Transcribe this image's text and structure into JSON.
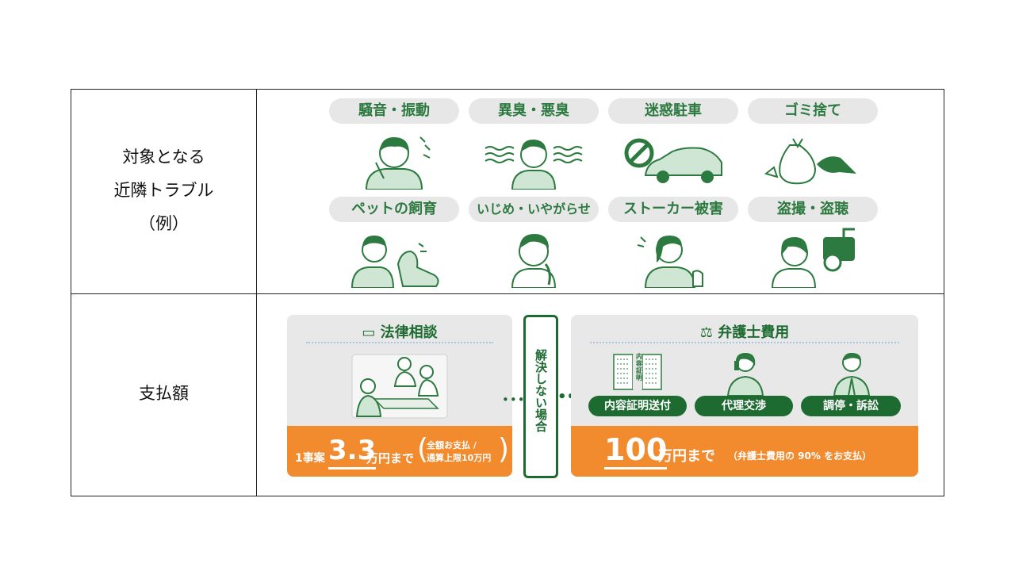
{
  "row1_label": [
    "対象となる",
    "近隣トラブル",
    "（例）"
  ],
  "row2_label": "支払額",
  "trouble_items": [
    {
      "label": "騒音・振動",
      "icon": "noise-person-icon"
    },
    {
      "label": "異臭・悪臭",
      "icon": "smell-person-icon"
    },
    {
      "label": "迷惑駐車",
      "icon": "no-parking-car-icon"
    },
    {
      "label": "ゴミ捨て",
      "icon": "garbage-crow-icon"
    },
    {
      "label": "ペットの飼育",
      "icon": "pet-dog-icon"
    },
    {
      "label": "いじめ・いやがらせ",
      "icon": "harassment-child-icon"
    },
    {
      "label": "ストーカー被害",
      "icon": "stalker-victim-icon"
    },
    {
      "label": "盗撮・盗聴",
      "icon": "camera-surveillance-icon"
    }
  ],
  "legal_consult": {
    "title": "法律相談",
    "prefix": "1事案",
    "amount": "3.3",
    "unit": "万円まで",
    "note_line1": "全額お支払 /",
    "note_line2": "通算上限10万円"
  },
  "connector": "解決しない場合",
  "lawyer_fee": {
    "title": "弁護士費用",
    "doc_stamp": "内容証明",
    "items": [
      "内容証明送付",
      "代理交渉",
      "調停・訴訟"
    ],
    "amount": "100",
    "unit": "万円まで",
    "note": "（弁護士費用の 90% をお支払）"
  },
  "colors": {
    "green": "#1e6b32",
    "orange": "#f28a2e",
    "pill_bg": "#e7e7e7",
    "panel_bg": "#e8e8e8"
  }
}
